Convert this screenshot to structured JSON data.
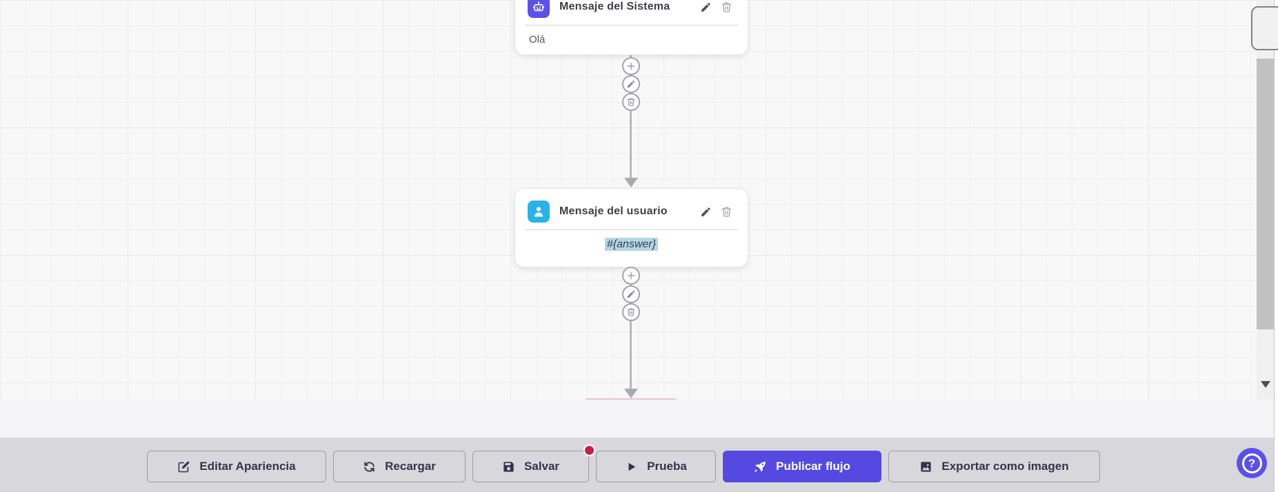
{
  "flow": {
    "nodes": [
      {
        "id": "system-message",
        "title": "Mensaje del Sistema",
        "content": "Olá",
        "icon": "robot-icon",
        "icon_color": "#5b50e8"
      },
      {
        "id": "user-message",
        "title": "Mensaje del usuario",
        "content": "#{answer}",
        "icon": "user-icon",
        "icon_color": "#27b3e8",
        "content_highlighted": true
      }
    ],
    "connector_actions": [
      "add",
      "edit",
      "delete"
    ]
  },
  "toolbar": {
    "buttons": [
      {
        "label": "Editar Apariencia",
        "icon": "edit-square-icon"
      },
      {
        "label": "Recargar",
        "icon": "refresh-icon"
      },
      {
        "label": "Salvar",
        "icon": "save-icon",
        "badge": true
      },
      {
        "label": "Prueba",
        "icon": "play-icon"
      },
      {
        "label": "Publicar flujo",
        "icon": "rocket-icon",
        "primary": true
      },
      {
        "label": "Exportar como imagen",
        "icon": "image-icon"
      }
    ]
  },
  "help_button": {
    "label": "?"
  },
  "colors": {
    "primary_button": "#5549e2",
    "system_node_icon": "#5b50e8",
    "user_node_icon": "#27b3e8",
    "badge": "#c22048",
    "highlight": "#b1d7e9",
    "toolbar_bg": "#d8d8dc",
    "canvas_bg": "#f8f8f8"
  }
}
